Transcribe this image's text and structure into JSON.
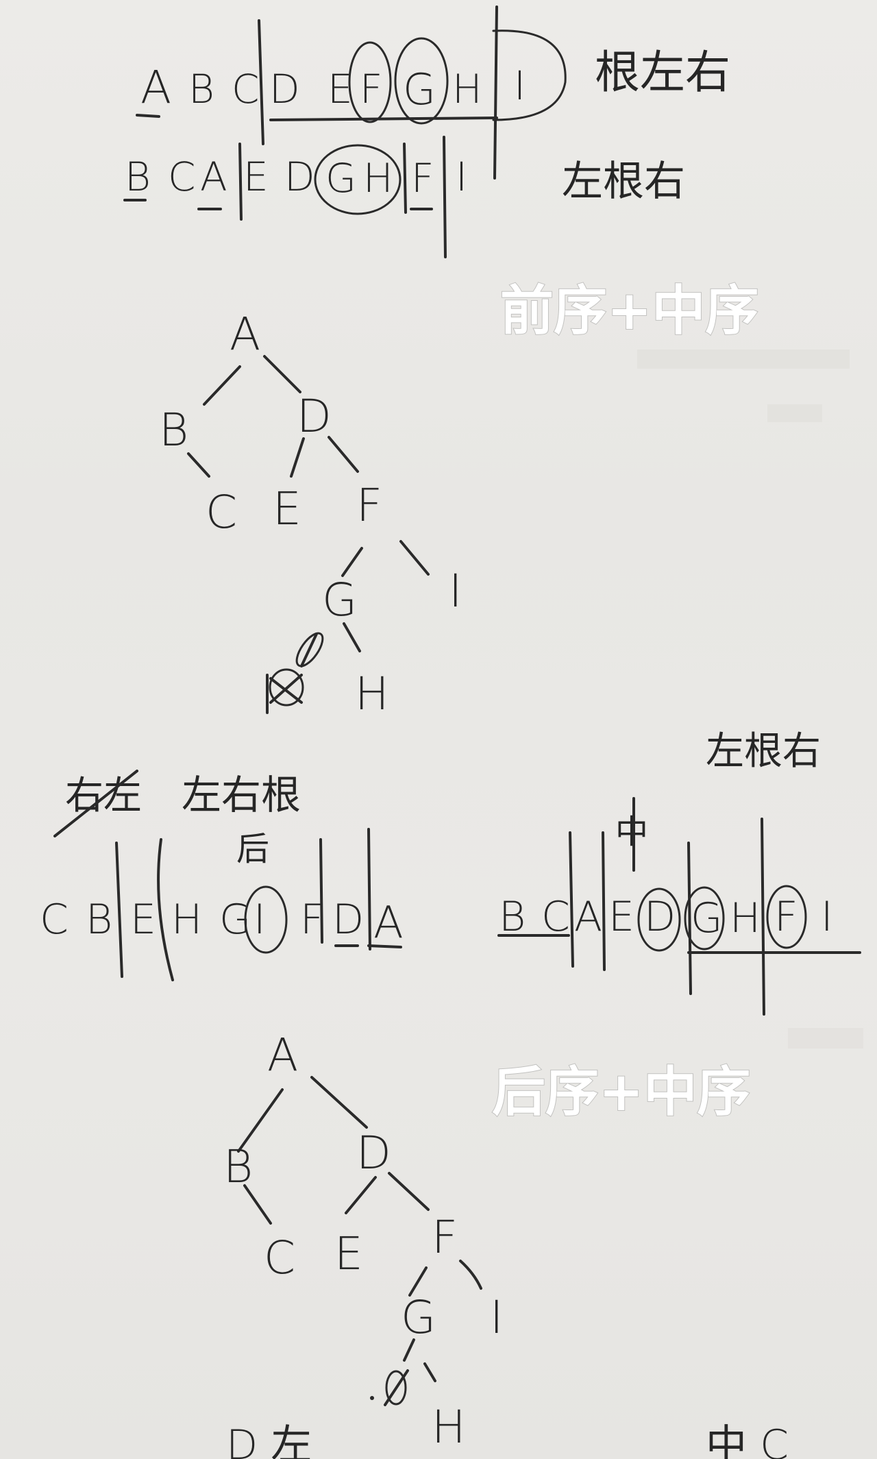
{
  "overlay_titles": {
    "top": "前序+中序",
    "bottom": "后序+中序"
  },
  "notes": {
    "rule_top_1": "根左右",
    "rule_top_2": "左根右",
    "rule_mid_left": "左右根",
    "rule_mid_right": "左根右",
    "mark_hou": "后",
    "mark_zhong": "中",
    "bottom_left": "D 左",
    "bottom_right": "中 C"
  },
  "sequences": {
    "preorder": [
      "A",
      "B",
      "C",
      "D",
      "E",
      "F",
      "G",
      "H",
      "I"
    ],
    "inorder_top": [
      "B",
      "C",
      "A",
      "E",
      "D",
      "G",
      "H",
      "F",
      "I"
    ],
    "postorder": [
      "C",
      "B",
      "E",
      "H",
      "G",
      "I",
      "F",
      "D",
      "A"
    ],
    "inorder_mid": [
      "B",
      "C",
      "A",
      "E",
      "D",
      "G",
      "H",
      "F",
      "I"
    ]
  },
  "tree_top": {
    "nodes": [
      "A",
      "B",
      "D",
      "C",
      "E",
      "F",
      "G",
      "I",
      "H"
    ]
  },
  "tree_bottom": {
    "nodes": [
      "A",
      "B",
      "D",
      "C",
      "E",
      "F",
      "G",
      "I",
      "H"
    ]
  },
  "colors": {
    "paper": "#eae9e6",
    "ink": "#2a2a2a",
    "overlay_text": "#ffffff"
  }
}
